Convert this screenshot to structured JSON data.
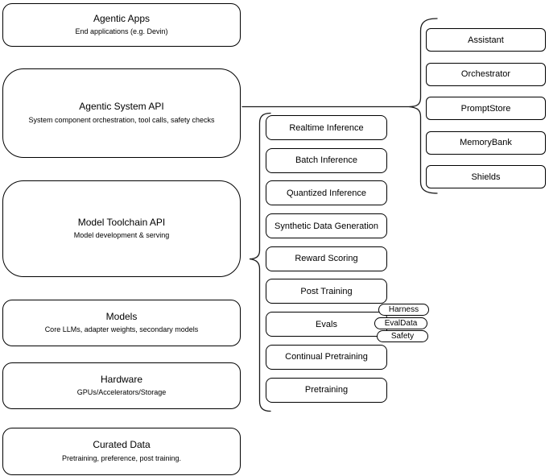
{
  "diagram": {
    "title": "Agentic stack architecture diagram",
    "colors": {
      "stroke": "#000000",
      "fill": "#ffffff",
      "text": "#000000",
      "connector": "#1a1a1a"
    },
    "left_column": [
      {
        "title": "Agentic Apps",
        "subtitle": "End applications (e.g. Devin)"
      },
      {
        "title": "Agentic System API",
        "subtitle": "System component orchestration, tool calls, safety checks"
      },
      {
        "title": "Model Toolchain API",
        "subtitle": "Model development & serving"
      },
      {
        "title": "Models",
        "subtitle": "Core LLMs, adapter weights, secondary models"
      },
      {
        "title": "Hardware",
        "subtitle": "GPUs/Accelerators/Storage"
      },
      {
        "title": "Curated Data",
        "subtitle": "Pretraining, preference, post training."
      }
    ],
    "toolchain_items": [
      "Realtime Inference",
      "Batch Inference",
      "Quantized Inference",
      "Synthetic Data Generation",
      "Reward Scoring",
      "Post Training",
      "Evals",
      "Continual Pretraining",
      "Pretraining"
    ],
    "eval_tags": [
      "Harness",
      "EvalData",
      "Safety"
    ],
    "system_components": [
      "Assistant",
      "Orchestrator",
      "PromptStore",
      "MemoryBank",
      "Shields"
    ]
  }
}
